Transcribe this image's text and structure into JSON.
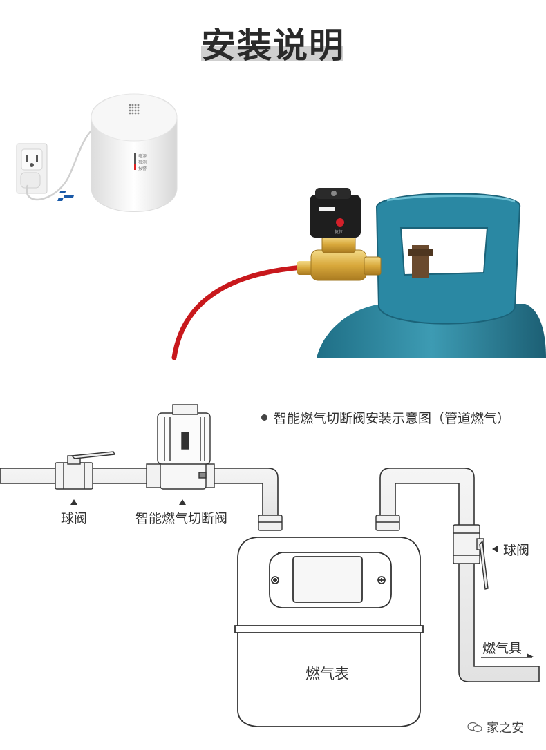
{
  "title": "安装说明",
  "detector": {
    "indicator_labels": [
      "电源",
      "检测",
      "报警"
    ]
  },
  "valve_head": {
    "button_label": "复位"
  },
  "diagram": {
    "caption": "智能燃气切断阀安装示意图（管道燃气）",
    "left_ball_valve_label": "球阀",
    "shutoff_valve_label": "智能燃气切断阀",
    "right_ball_valve_label": "球阀",
    "meter_label": "燃气表",
    "appliance_label": "燃气具"
  },
  "watermark": {
    "text": "家之安"
  }
}
